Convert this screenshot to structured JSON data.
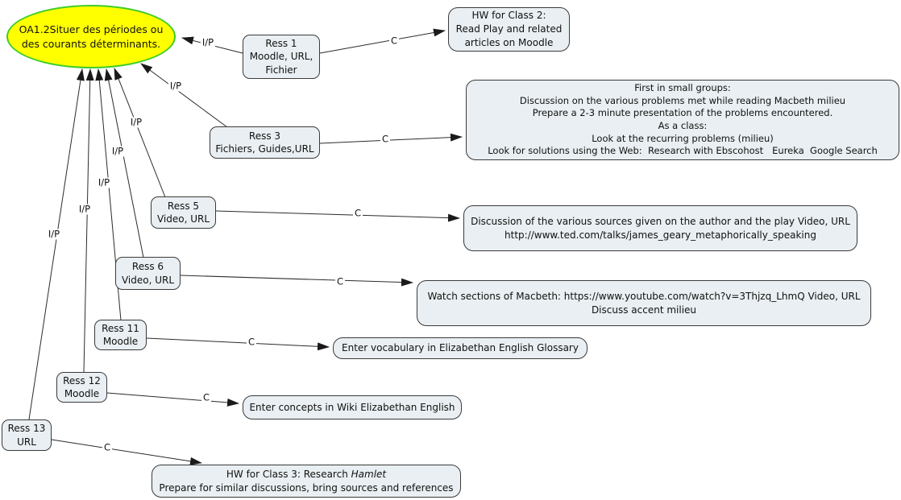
{
  "diagram": {
    "main_concept": {
      "label": "OA1.2Situer des périodes ou\ndes courants déterminants."
    },
    "link_labels": {
      "ip": "I/P",
      "c": "C"
    },
    "resources": [
      {
        "label": "Ress 1\nMoodle, URL,\nFichier"
      },
      {
        "label": "Ress 3\nFichiers, Guides,URL"
      },
      {
        "label": "Ress 5\nVideo, URL"
      },
      {
        "label": "Ress 6\nVideo, URL"
      },
      {
        "label": "Ress 11\nMoodle"
      },
      {
        "label": "Ress 12\nMoodle"
      },
      {
        "label": "Ress 13\nURL"
      }
    ],
    "activities": [
      {
        "label": "HW for Class 2:\nRead Play and related\narticles on Moodle"
      },
      {
        "label": "First in small groups:\nDiscussion on the various problems met while reading Macbeth milieu\nPrepare a 2-3 minute presentation of the problems encountered.\nAs a class:\nLook at the recurring problems (milieu)\nLook for solutions using the Web:  Research with Ebscohost   Eureka  Google Search"
      },
      {
        "label": "Discussion of the various sources given on the author and the play Video, URL\nhttp://www.ted.com/talks/james_geary_metaphorically_speaking"
      },
      {
        "label": "Watch sections of Macbeth: https://www.youtube.com/watch?v=3Thjzq_LhmQ Video, URL\nDiscuss accent milieu"
      },
      {
        "label": "Enter vocabulary in Elizabethan English Glossary"
      },
      {
        "label": "Enter concepts in Wiki Elizabethan English"
      },
      {
        "line1_prefix": "HW for Class 3: Research ",
        "line1_italic": "Hamlet",
        "line2": "Prepare for similar discussions, bring sources and references"
      }
    ],
    "colors": {
      "concept_fill": "#ffff00",
      "concept_border": "#3fcc28",
      "node_fill": "#e9eff2",
      "line_color": "#2b2b2b"
    }
  }
}
